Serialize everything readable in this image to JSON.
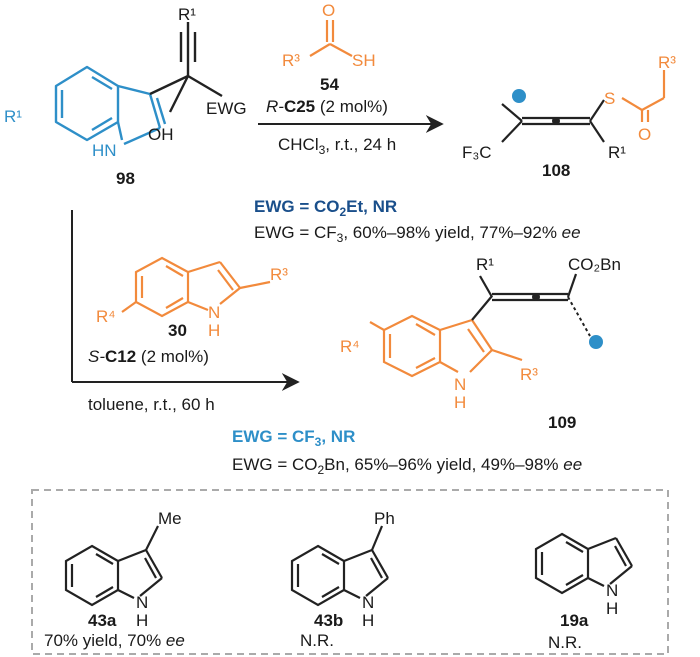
{
  "colors": {
    "blue": "#2e8fc8",
    "orange": "#f28a3c",
    "darkblue": "#1a4f8b",
    "black": "#1a1a1a",
    "dash": "#aaaaaa"
  },
  "sm98": {
    "r1_top": "R¹",
    "r1_ring": "R¹",
    "ewg": "EWG",
    "oh": "OH",
    "hn": "HN",
    "num": "98"
  },
  "thioacid": {
    "o": "O",
    "r3": "R³",
    "sh": "SH",
    "num": "54"
  },
  "top_rxn": {
    "cat_prefix": "R-",
    "cat_name": "C25",
    "cat_loading": " (2 mol%)",
    "solvent_a": "CHCl",
    "solvent_sub": "3",
    "solvent_b": ", r.t., 24 h",
    "nr_note_a": "EWG = CO",
    "nr_note_sub": "2",
    "nr_note_b": "Et, NR",
    "result_a": "EWG = CF",
    "result_sub": "3",
    "result_b": ", 60%–98% yield, 77%–92% ",
    "result_ee": "ee"
  },
  "p108": {
    "s": "S",
    "o": "O",
    "r3": "R³",
    "r1": "R¹",
    "f3c": "F₃C",
    "num": "108"
  },
  "indole30": {
    "r4": "R⁴",
    "r3": "R³",
    "n": "N",
    "h": "H",
    "num": "30"
  },
  "bottom_rxn": {
    "cat_prefix": "S-",
    "cat_name": "C12",
    "cat_loading": " (2 mol%)",
    "solvent": "toluene, r.t., 60 h",
    "nr_note_a": "EWG = CF",
    "nr_note_sub": "3",
    "nr_note_b": ", NR",
    "result_a": "EWG = CO",
    "result_sub": "2",
    "result_b": "Bn, 65%–96% yield, 49%–98% ",
    "result_ee": "ee"
  },
  "p109": {
    "r1": "R¹",
    "co2bn": "CO₂Bn",
    "r4": "R⁴",
    "r3": "R³",
    "n": "N",
    "h": "H",
    "num": "109"
  },
  "box": {
    "items": [
      {
        "sub": "Me",
        "num": "43a",
        "n": "N",
        "h": "H",
        "res_a": "70% yield, 70% ",
        "res_ee": "ee"
      },
      {
        "sub": "Ph",
        "num": "43b",
        "n": "N",
        "h": "H",
        "res_a": "N.R.",
        "res_ee": ""
      },
      {
        "sub": "",
        "num": "19a",
        "n": "N",
        "h": "H",
        "res_a": "N.R.",
        "res_ee": ""
      }
    ]
  }
}
